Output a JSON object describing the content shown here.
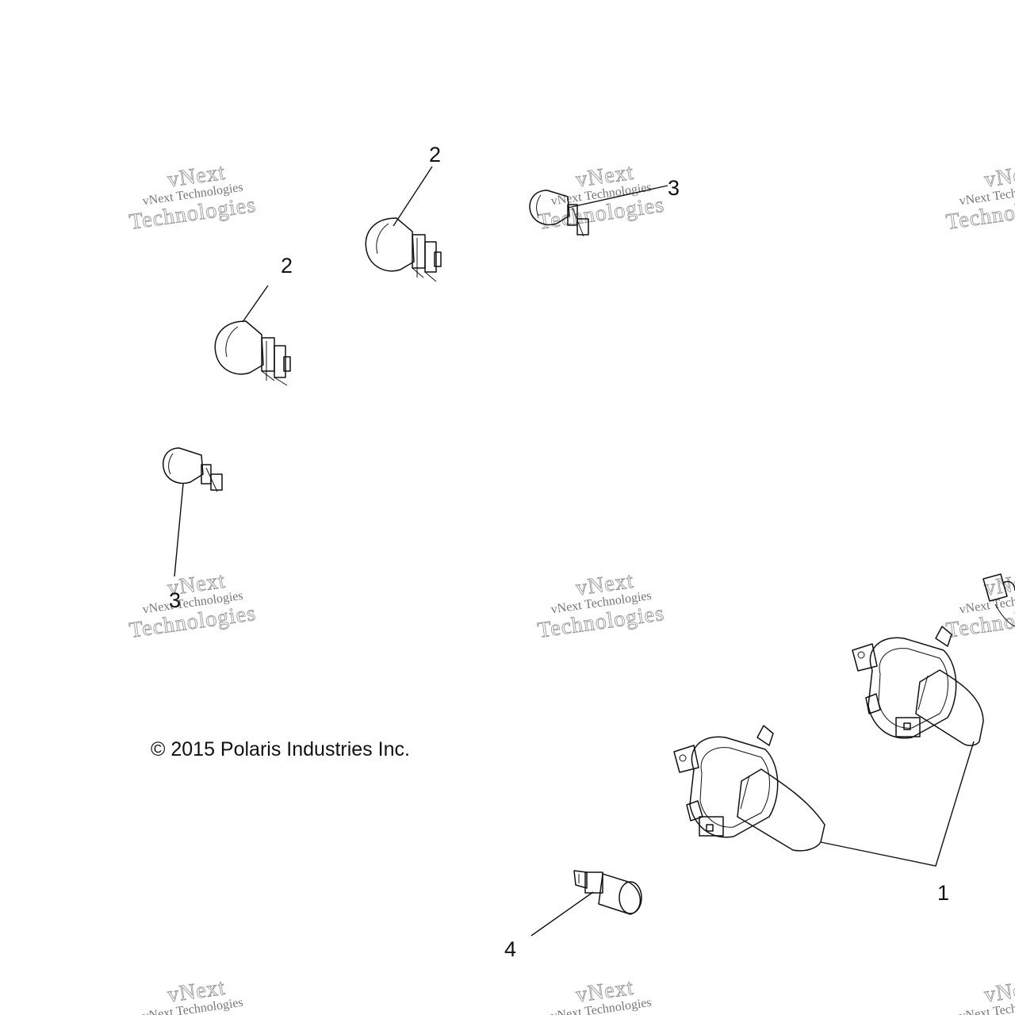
{
  "copyright": "© 2015 Polaris Industries Inc.",
  "watermark": {
    "line1": "vNext Technologies",
    "line2": "Technologies",
    "line3": "vNext"
  },
  "callouts": {
    "item_1": "1",
    "item_2a": "2",
    "item_2b": "2",
    "item_3a": "3",
    "item_3b": "3",
    "item_4": "4"
  }
}
